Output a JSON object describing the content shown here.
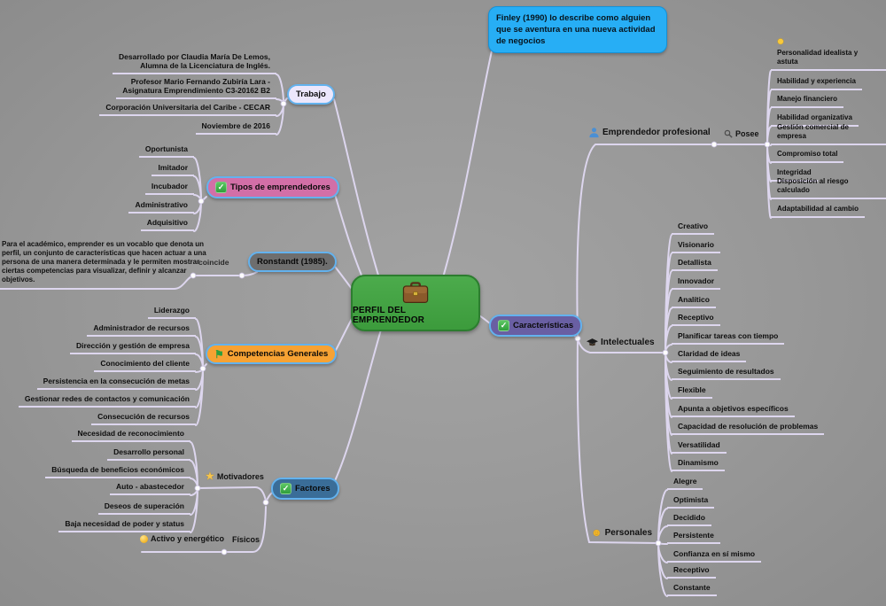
{
  "colors": {
    "background": "#9b9b9b",
    "connector": "#ddd6ee",
    "center_fill": "#43a243",
    "finley_fill": "#27aef5",
    "trabajo_fill": "#ece7fc",
    "tipos_fill": "#d26fa7",
    "ronstandt_fill": "#6e6e6e",
    "competencias_fill": "#f7a233",
    "factores_fill": "#3a6d98",
    "caracteristicas_fill": "#695fa3",
    "node_border": "#63b2ee"
  },
  "glyphs": {
    "check": "✓",
    "star": "★",
    "flag": "⚑",
    "smiley": "☻"
  },
  "root": {
    "label": "PERFIL DEL EMPRENDEDOR",
    "icon": "briefcase-icon"
  },
  "finley": {
    "text": "Finley (1990) lo describe como alguien\nque se aventura en una nueva actividad\nde negocios"
  },
  "trabajo": {
    "label": "Trabajo",
    "items": [
      "Desarrollado por Claudia María De Lemos,\nAlumna de la Licenciatura de Inglés.",
      "Profesor Mario Fernando Zubiría Lara -\nAsignatura Emprendimiento C3-20162 B2",
      "Corporación Universitaria del Caribe - CECAR",
      "Noviembre de 2016"
    ]
  },
  "tipos": {
    "label": "Tipos de emprendedores",
    "icon": "check-icon",
    "items": [
      "Oportunista",
      "Imitador",
      "Incubador",
      "Administrativo",
      "Adquisitivo"
    ]
  },
  "ronstandt": {
    "label": "Ronstandt (1985).",
    "relation": "coincide",
    "note": "Para el académico, emprender es un vocablo que denota un\nperfil, un conjunto de características que hacen actuar a una\npersona de una manera determinada y le permiten mostrar\nciertas competencias para visualizar, definir y alcanzar\nobjetivos."
  },
  "competencias": {
    "label": "Competencias Generales",
    "icon": "flag-icon",
    "items": [
      "Liderazgo",
      "Administrador de recursos",
      "Dirección y gestión de empresa",
      "Conocimiento del cliente",
      "Persistencia en la consecución de metas",
      "Gestionar redes de contactos y comunicación",
      "Consecución de recursos"
    ]
  },
  "factores": {
    "label": "Factores",
    "icon": "check-icon",
    "motivadores": {
      "label": "Motivadores",
      "icon": "star-icon",
      "items": [
        "Necesidad de reconocimiento",
        "Desarrollo personal",
        "Búsqueda de beneficios económicos",
        "Auto - abastecedor",
        "Deseos de superación",
        "Baja necesidad de poder y status"
      ]
    },
    "fisicos": {
      "label": "Físicos",
      "item": "Activo y energético",
      "item_icon": "ball-icon"
    }
  },
  "caracteristicas": {
    "label": "Características",
    "icon": "check-icon",
    "profesional": {
      "label": "Emprendedor profesional",
      "icon": "person-icon",
      "relation": "Posee",
      "relation_icon": "magnifier-icon",
      "item0_icon": "lightbulb-icon",
      "items": [
        "Personalidad idealista y astuta",
        "Habilidad y experiencia",
        "Manejo financiero",
        "Habilidad organizativa",
        "Gestión comercial de empresa",
        "Compromiso total",
        "Integridad",
        "Disposición al riesgo calculado",
        "Adaptabilidad al cambio"
      ]
    },
    "intelectuales": {
      "label": "Intelectuales",
      "icon": "graduation-cap-icon",
      "items": [
        "Creativo",
        "Visionario",
        "Detallista",
        "Innovador",
        "Analítico",
        "Receptivo",
        "Planificar tareas con tiempo",
        "Claridad de ideas",
        "Seguimiento de resultados",
        "Flexible",
        "Apunta a objetivos específicos",
        "Capacidad de resolución de problemas",
        "Versatilidad",
        "Dinamismo"
      ]
    },
    "personales": {
      "label": "Personales",
      "icon": "smiley-icon",
      "items": [
        "Alegre",
        "Optimista",
        "Decidido",
        "Persistente",
        "Confianza en sí mismo",
        "Receptivo",
        "Constante"
      ]
    }
  }
}
